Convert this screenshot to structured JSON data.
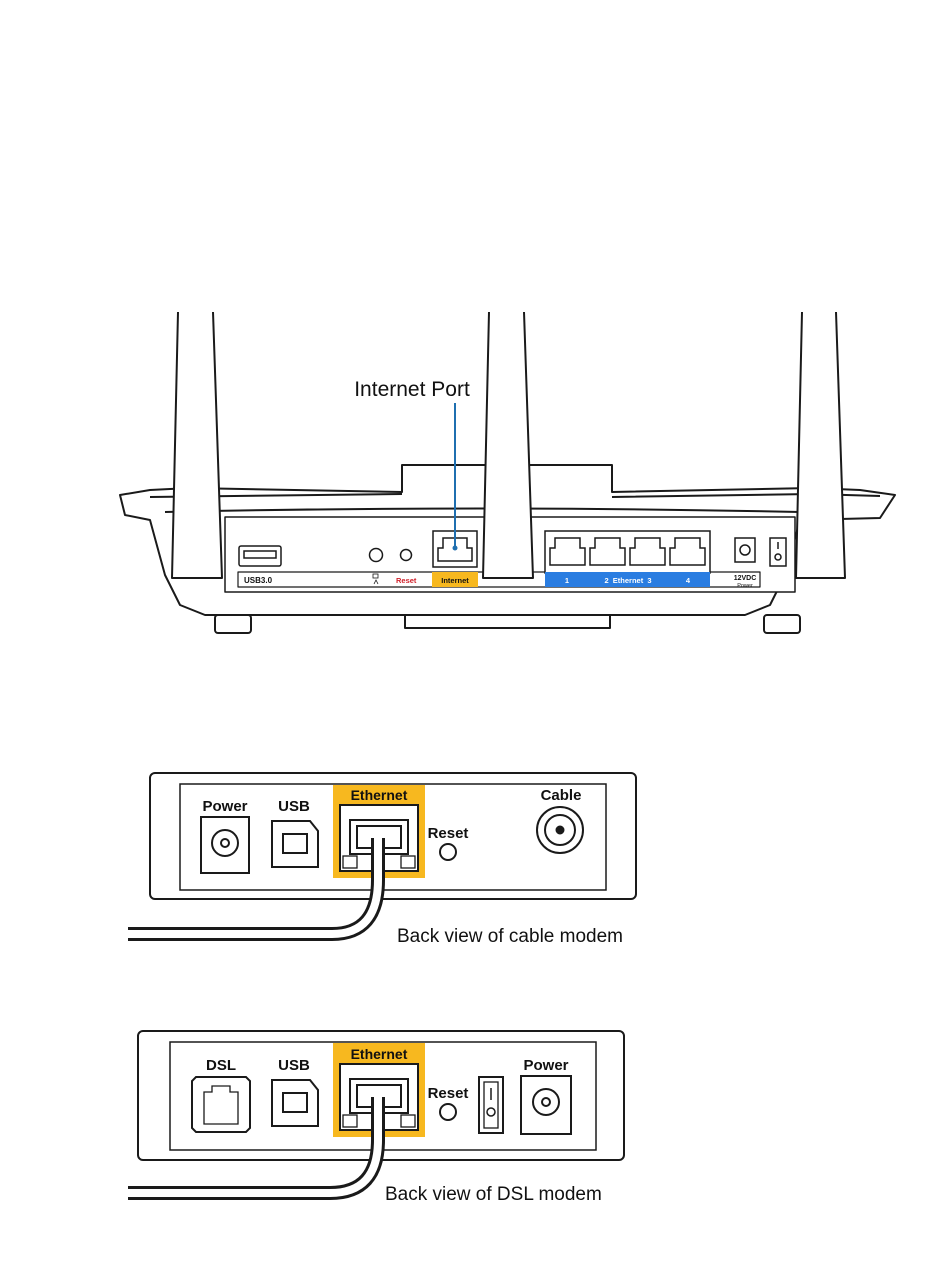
{
  "router": {
    "callout": "Internet Port",
    "labels": {
      "usb": "USB3.0",
      "reset": "Reset",
      "internet": "Internet",
      "eth1": "1",
      "eth_mid": "2  Ethernet  3",
      "eth4": "4",
      "power_top": "12VDC",
      "power_bottom": "Power"
    }
  },
  "cable_modem": {
    "labels": {
      "power": "Power",
      "usb": "USB",
      "ethernet": "Ethernet",
      "reset": "Reset",
      "cable": "Cable"
    },
    "caption": "Back view of cable modem"
  },
  "dsl_modem": {
    "labels": {
      "dsl": "DSL",
      "usb": "USB",
      "ethernet": "Ethernet",
      "reset": "Reset",
      "power": "Power"
    },
    "caption": "Back view of DSL modem"
  },
  "colors": {
    "internet_highlight": "#f7b81f",
    "ethernet_bar": "#2a7de1",
    "callout_line": "#1f6fb0",
    "reset_text": "#d0202a",
    "outline": "#1a1a1a"
  }
}
